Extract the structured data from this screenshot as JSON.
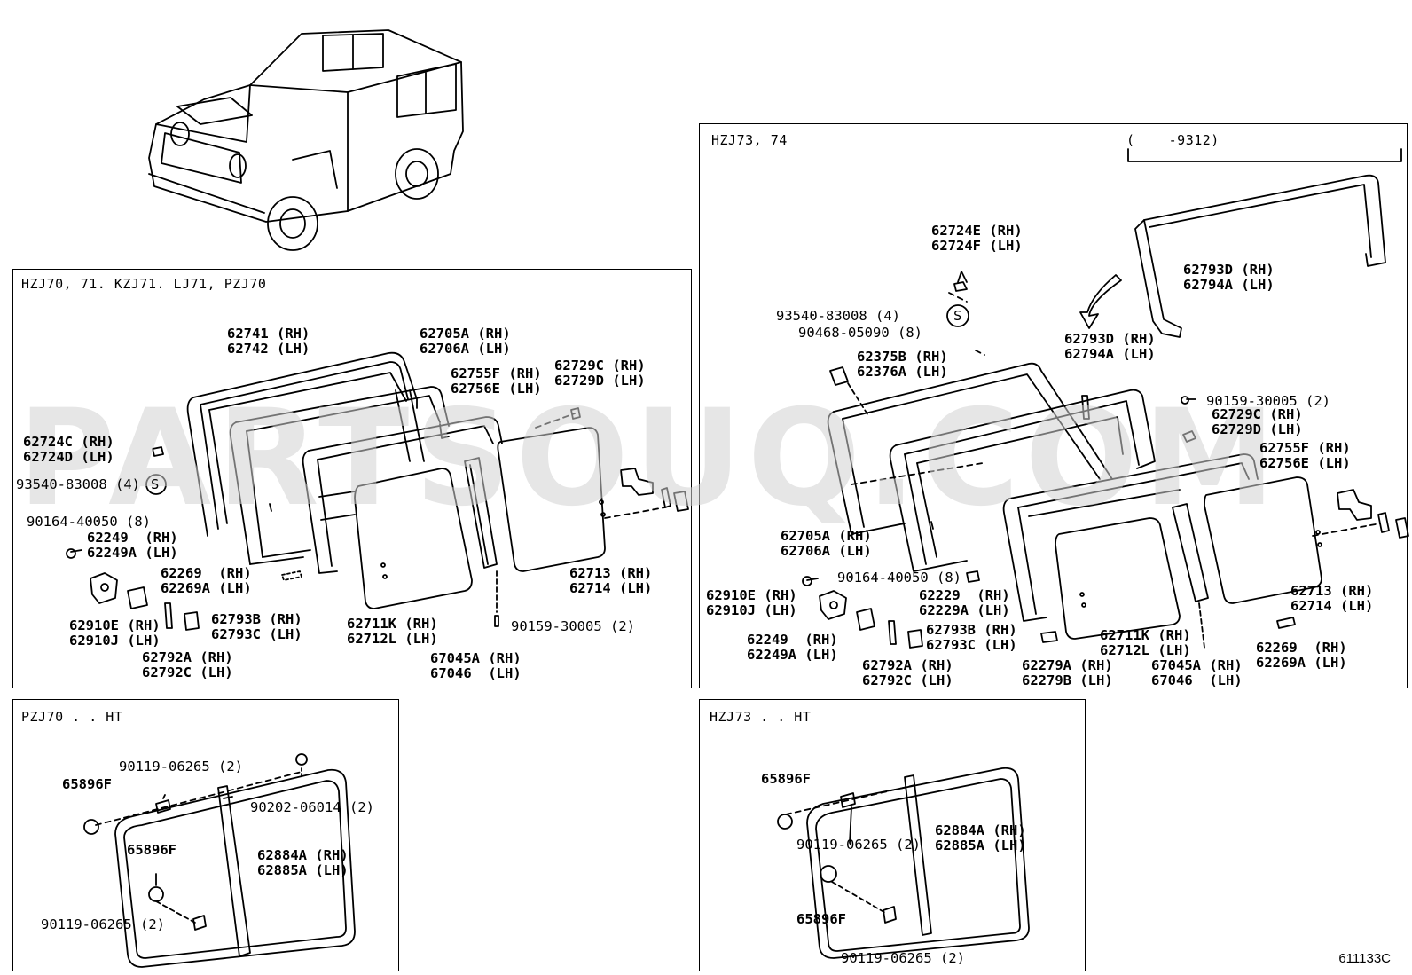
{
  "watermark": "PARTSOUQ.COM",
  "diagram_code": "611133C",
  "panels": {
    "p1": {
      "title": "HZJ70, 71. KZJ71. LJ71, PZJ70"
    },
    "p2": {
      "title": "HZJ73, 74",
      "range_note": "(    -9312)"
    },
    "p3": {
      "title": "PZJ70 . . HT"
    },
    "p4": {
      "title": "HZJ73 . . HT"
    }
  },
  "p1_labels": {
    "a1": "62741 (RH)",
    "a2": "62742 (LH)",
    "b1": "62705A (RH)",
    "b2": "62706A (LH)",
    "c1": "62755F (RH)",
    "c2": "62756E (LH)",
    "d1": "62729C (RH)",
    "d2": "62729D (LH)",
    "e1": "62724C (RH)",
    "e2": "62724D (LH)",
    "f1": "93540-83008 (4)",
    "g1": "90164-40050 (8)",
    "h1": "62249  (RH)",
    "h2": "62249A (LH)",
    "i1": "62269  (RH)",
    "i2": "62269A (LH)",
    "j1": "62910E (RH)",
    "j2": "62910J (LH)",
    "k1": "62793B (RH)",
    "k2": "62793C (LH)",
    "l1": "62792A (RH)",
    "l2": "62792C (LH)",
    "m1": "62711K (RH)",
    "m2": "62712L (LH)",
    "n1": "67045A (RH)",
    "n2": "67046  (LH)",
    "o1": "62713 (RH)",
    "o2": "62714 (LH)",
    "p1": "90159-30005 (2)"
  },
  "p2_labels": {
    "a1": "62724E (RH)",
    "a2": "62724F (LH)",
    "b1": "93540-83008 (4)",
    "c1": "90468-05090 (8)",
    "d1": "62375B (RH)",
    "d2": "62376A (LH)",
    "e1": "62793D (RH)",
    "e2": "62794A (LH)",
    "f1": "62793D (RH)",
    "f2": "62794A (LH)",
    "g1": "90159-30005 (2)",
    "h1": "62729C (RH)",
    "h2": "62729D (LH)",
    "i1": "62755F (RH)",
    "i2": "62756E (LH)",
    "j1": "62705A (RH)",
    "j2": "62706A (LH)",
    "k1": "90164-40050 (8)",
    "l1": "62910E (RH)",
    "l2": "62910J (LH)",
    "m1": "62229  (RH)",
    "m2": "62229A (LH)",
    "n1": "62249  (RH)",
    "n2": "62249A (LH)",
    "o1": "62793B (RH)",
    "o2": "62793C (LH)",
    "p1": "62792A (RH)",
    "p2": "62792C (LH)",
    "q1": "62279A (RH)",
    "q2": "62279B (LH)",
    "r1": "62711K (RH)",
    "r2": "62712L (LH)",
    "s1": "67045A (RH)",
    "s2": "67046  (LH)",
    "t1": "62713 (RH)",
    "t2": "62714 (LH)",
    "u1": "62269  (RH)",
    "u2": "62269A (LH)"
  },
  "p3_labels": {
    "a1": "90119-06265 (2)",
    "b1": "65896F",
    "c1": "90202-06014 (2)",
    "d1": "65896F",
    "e1": "62884A (RH)",
    "e2": "62885A (LH)",
    "f1": "90119-06265 (2)"
  },
  "p4_labels": {
    "a1": "65896F",
    "b1": "62884A (RH)",
    "b2": "62885A (LH)",
    "c1": "90119-06265 (2)",
    "d1": "65896F",
    "e1": "90119-06265 (2)"
  },
  "symbols": {
    "s": "S"
  }
}
